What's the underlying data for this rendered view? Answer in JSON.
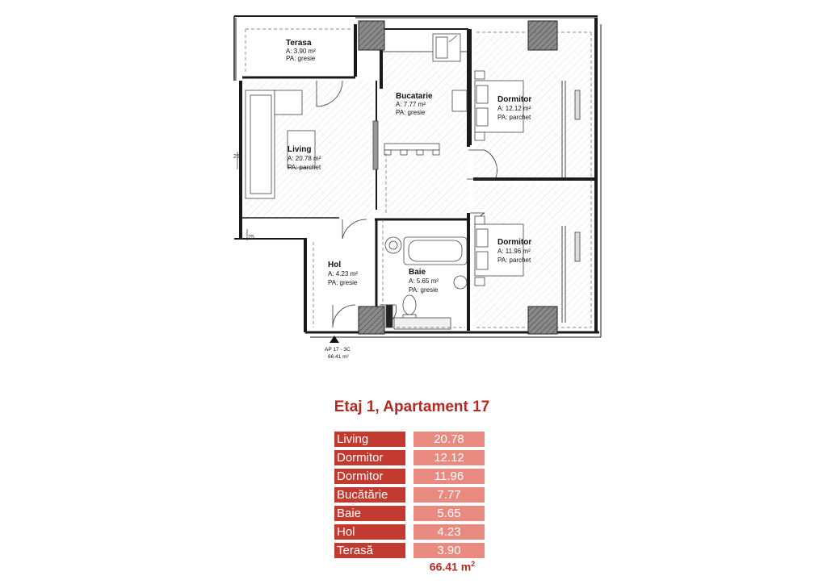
{
  "plan": {
    "rooms": [
      {
        "id": "terasa",
        "name": "Terasa",
        "area": "A: 3.90 m²",
        "floor": "PA: gresie"
      },
      {
        "id": "bucatarie",
        "name": "Bucatarie",
        "area": "A: 7.77 m²",
        "floor": "PA: gresie"
      },
      {
        "id": "dormitor1",
        "name": "Dormitor",
        "area": "A: 12.12 m²",
        "floor": "PA: parchet"
      },
      {
        "id": "living",
        "name": "Living",
        "area": "A: 20.78 m²",
        "floor": "PA: parchet"
      },
      {
        "id": "dormitor2",
        "name": "Dormitor",
        "area": "A: 11.96 m²",
        "floor": "PA: parchet"
      },
      {
        "id": "hol",
        "name": "Hol",
        "area": "A: 4.23 m²",
        "floor": "PA: gresie"
      },
      {
        "id": "baie",
        "name": "Baie",
        "area": "A: 5.65 m²",
        "floor": "PA: gresie"
      }
    ],
    "dimensions": {
      "dim_a": "25",
      "dim_b": "25"
    },
    "entrance": {
      "label": "AP 17 - 3C",
      "area": "66.41 m²"
    }
  },
  "summary": {
    "title": "Etaj 1, Apartament 17",
    "rows": [
      {
        "name": "Living",
        "value": "20.78"
      },
      {
        "name": "Dormitor",
        "value": "12.12"
      },
      {
        "name": "Dormitor",
        "value": "11.96"
      },
      {
        "name": "Bucătărie",
        "value": "7.77"
      },
      {
        "name": "Baie",
        "value": "5.65"
      },
      {
        "name": "Hol",
        "value": "4.23"
      },
      {
        "name": "Terasă",
        "value": "3.90"
      }
    ],
    "total_value": "66.41 m",
    "total_unit_exp": "2"
  },
  "colors": {
    "title_red": "#b22a22",
    "name_cell_red": "#c33a30",
    "value_cell_pink": "#e88a80",
    "wall": "#1a1a1a",
    "column_fill": "#777777"
  }
}
